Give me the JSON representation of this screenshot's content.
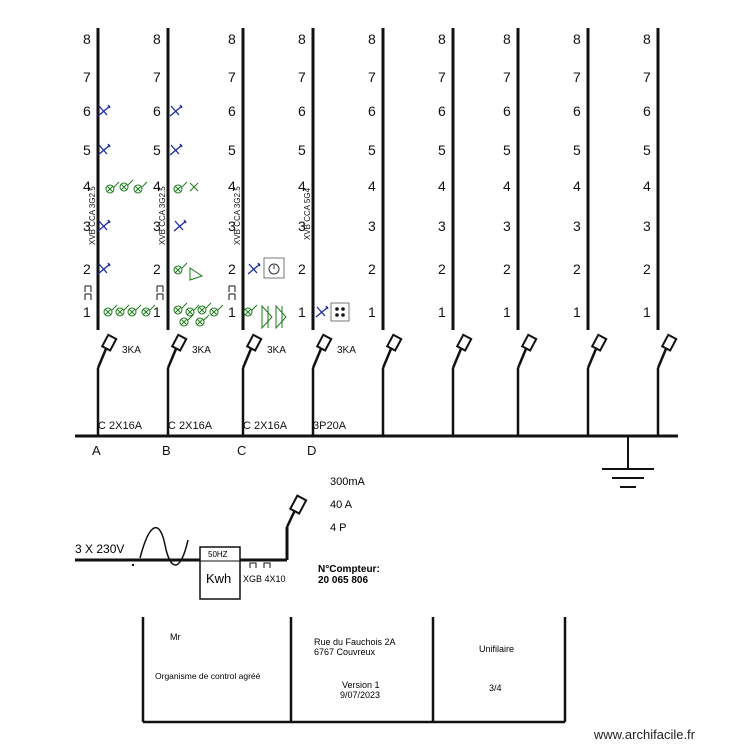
{
  "circuits": [
    {
      "letter": "A",
      "breaker": "C 2X16A",
      "rating": "3KA",
      "cable": "XVB CCA 3G2.5",
      "levels": [
        "1",
        "2",
        "3",
        "4",
        "5",
        "6",
        "7",
        "8"
      ]
    },
    {
      "letter": "B",
      "breaker": "C 2X16A",
      "rating": "3KA",
      "cable": "XVB CCA 3G2.5",
      "levels": [
        "1",
        "2",
        "3",
        "4",
        "5",
        "6",
        "7",
        "8"
      ]
    },
    {
      "letter": "C",
      "breaker": "C 2X16A",
      "rating": "3KA",
      "cable": "XVB CCA 3G2.5",
      "levels": [
        "1",
        "2",
        "3",
        "4",
        "5",
        "6",
        "7",
        "8"
      ]
    },
    {
      "letter": "D",
      "breaker": "3P20A",
      "rating": "3KA",
      "cable": "XVB CCA 5G4",
      "levels": [
        "1",
        "2",
        "3",
        "4",
        "5",
        "6",
        "7",
        "8"
      ]
    },
    {
      "letter": "",
      "breaker": "",
      "rating": "",
      "cable": "",
      "levels": [
        "1",
        "2",
        "3",
        "4",
        "5",
        "6",
        "7",
        "8"
      ]
    },
    {
      "letter": "",
      "breaker": "",
      "rating": "",
      "cable": "",
      "levels": [
        "1",
        "2",
        "3",
        "4",
        "5",
        "6",
        "7",
        "8"
      ]
    },
    {
      "letter": "",
      "breaker": "",
      "rating": "",
      "cable": "",
      "levels": [
        "1",
        "2",
        "3",
        "4",
        "5",
        "6",
        "7",
        "8"
      ]
    },
    {
      "letter": "",
      "breaker": "",
      "rating": "",
      "cable": "",
      "levels": [
        "1",
        "2",
        "3",
        "4",
        "5",
        "6",
        "7",
        "8"
      ]
    },
    {
      "letter": "",
      "breaker": "",
      "rating": "",
      "cable": "",
      "levels": [
        "1",
        "2",
        "3",
        "4",
        "5",
        "6",
        "7",
        "8"
      ]
    }
  ],
  "main_breaker": {
    "sensitivity": "300mA",
    "current": "40 A",
    "poles": "4 P"
  },
  "supply": {
    "voltage": "3 X 230V",
    "meter_freq": "50HZ",
    "meter_label": "Kwh",
    "supply_cable": "XGB 4X10"
  },
  "meter": {
    "label": "N°Compteur:",
    "number": "20 065 806"
  },
  "title_block": {
    "owner": "Mr",
    "inspector": "Organisme de control agréé",
    "address_line1": "Rue du Fauchois 2A",
    "address_line2": "6767 Couvreux",
    "version": "Version 1",
    "date": "9/07/2023",
    "doc_type": "Unifilaire",
    "page": "3/4"
  },
  "watermark": "www.archifacile.fr",
  "colors": {
    "line": "#111111",
    "lamp": "#1a7a1a",
    "switch": "#1a2aa0"
  }
}
